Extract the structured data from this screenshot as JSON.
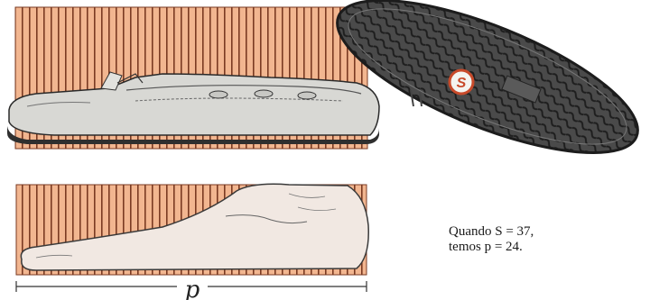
{
  "sole_badge": "S",
  "measure_label": "p",
  "caption": {
    "line1": "Quando S = 37,",
    "line2": "temos p = 24."
  },
  "colors": {
    "panel": "#f2b690",
    "stripe": "#7a3a22",
    "shoe": "#d8d8d4",
    "sole": "#3a3a3a",
    "skin": "#f1e8e2"
  }
}
